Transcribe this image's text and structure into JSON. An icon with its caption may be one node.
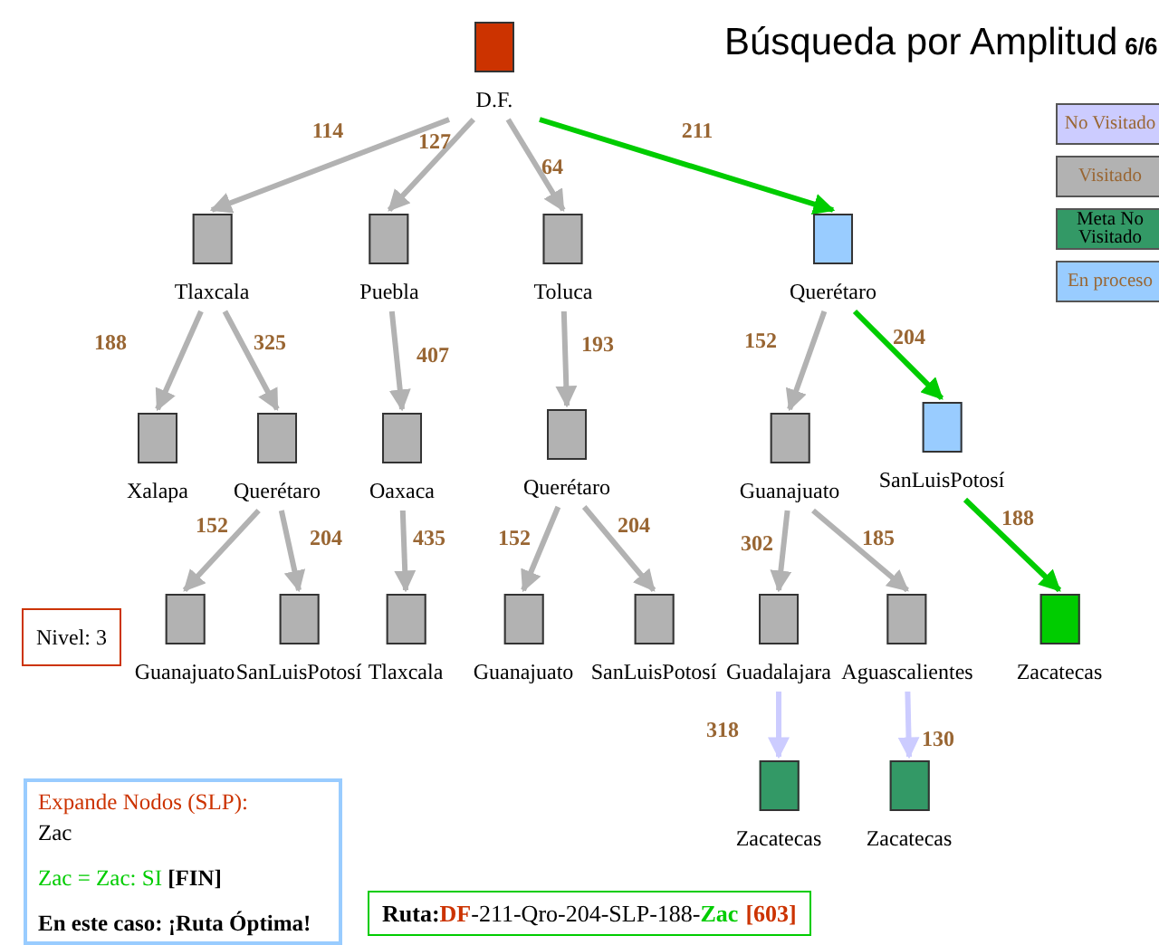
{
  "diagram": {
    "title": "Búsqueda por Amplitud",
    "nodes": [
      {
        "text": [
          "D.F."
        ]
      },
      {
        "text": [
          "Tlaxcala"
        ]
      },
      {
        "text": [
          "Puebla"
        ]
      },
      {
        "text": [
          "Toluca"
        ]
      },
      {
        "text": [
          "Querétaro"
        ]
      },
      {
        "text": [
          "Xalapa"
        ]
      },
      {
        "text": [
          "Querétaro"
        ]
      },
      {
        "text": [
          "Oaxaca"
        ]
      },
      {
        "text": [
          "Querétaro"
        ]
      },
      {
        "text": [
          "Guanajuato"
        ]
      },
      {
        "text": [
          "SanLuisPotosí"
        ]
      },
      {
        "text": [
          "Guanajuato"
        ]
      },
      {
        "text": [
          "SanLuisPotosí"
        ]
      },
      {
        "text": [
          "Tlaxcala"
        ]
      },
      {
        "text": [
          "Guanajuato"
        ]
      },
      {
        "text": [
          "SanLuisPotosí"
        ]
      },
      {
        "text": [
          "Guadalajara"
        ]
      },
      {
        "text": [
          "Aguascalientes"
        ]
      },
      {
        "text": [
          "Zacatecas"
        ]
      },
      {
        "text": [
          "Zacatecas"
        ]
      },
      {
        "text": [
          "Zacatecas"
        ]
      },
      {
        "text": [
          "Nivel: 3"
        ]
      },
      {
        "text": [
          "Expande Nodos (SLP):",
          "Zac",
          "Zac = Zac: SI **[FIN]**",
          "En este caso: ¡Ruta Óptima!"
        ]
      },
      {
        "text": [
          "Ruta:",
          "DF",
          "-211-Qro-204-SLP-188-",
          "Zac",
          "[603]"
        ]
      }
    ],
    "edges": [
      {
        "from": 0,
        "to": 1,
        "arrow": "to",
        "label": "114"
      },
      {
        "from": 0,
        "to": 2,
        "arrow": "to",
        "label": "127"
      },
      {
        "from": 0,
        "to": 3,
        "arrow": "to",
        "label": "64"
      },
      {
        "from": 0,
        "to": 4,
        "arrow": "to",
        "label": "211",
        "color": "#00cc00"
      },
      {
        "from": 1,
        "to": 5,
        "arrow": "to",
        "label": "188"
      },
      {
        "from": 1,
        "to": 6,
        "arrow": "to",
        "label": "325"
      },
      {
        "from": 2,
        "to": 7,
        "arrow": "to",
        "label": "407"
      },
      {
        "from": 3,
        "to": 8,
        "arrow": "to",
        "label": "193"
      },
      {
        "from": 4,
        "to": 9,
        "arrow": "to",
        "label": "152"
      },
      {
        "from": 4,
        "to": 10,
        "arrow": "to",
        "label": "204",
        "color": "#00cc00"
      },
      {
        "from": 6,
        "to": 11,
        "arrow": "to",
        "label": "152"
      },
      {
        "from": 6,
        "to": 12,
        "arrow": "to",
        "label": "204"
      },
      {
        "from": 7,
        "to": 13,
        "arrow": "to",
        "label": "435"
      },
      {
        "from": 8,
        "to": 14,
        "arrow": "to",
        "label": "152"
      },
      {
        "from": 8,
        "to": 15,
        "arrow": "to",
        "label": "204"
      },
      {
        "from": 9,
        "to": 16,
        "arrow": "to",
        "label": "302"
      },
      {
        "from": 9,
        "to": 17,
        "arrow": "to",
        "label": "185"
      },
      {
        "from": 10,
        "to": 18,
        "arrow": "to",
        "label": "188",
        "color": "#00cc00"
      },
      {
        "from": 16,
        "to": 19,
        "arrow": "to",
        "label": "318",
        "color": "#ccccff"
      },
      {
        "from": 17,
        "to": 20,
        "arrow": "to",
        "label": "130",
        "color": "#ccccff"
      }
    ],
    "labels": [
      "6/6"
    ],
    "legend": [
      {
        "text": "No Visitado",
        "color": "#ccccff"
      },
      {
        "text": "Visitado",
        "color": "#b2b2b2"
      },
      {
        "text": "Meta No Visitado",
        "color": "#339966"
      },
      {
        "text": "En proceso",
        "color": "#99ccff"
      }
    ]
  }
}
